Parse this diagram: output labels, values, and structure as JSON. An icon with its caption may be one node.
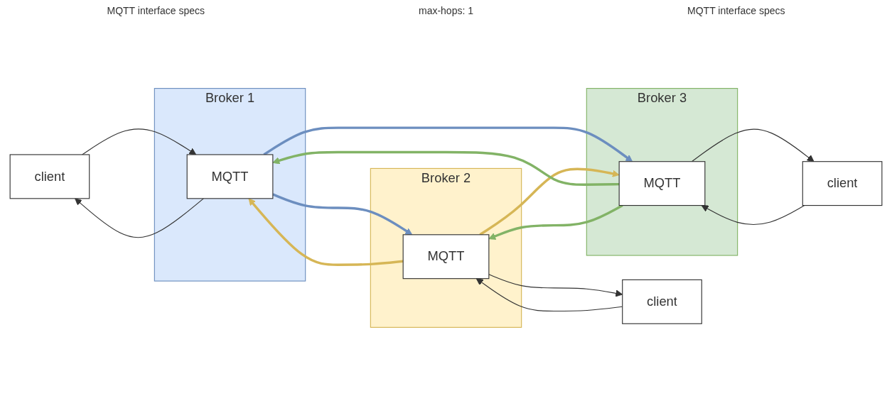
{
  "diagram": {
    "nodes": [
      {
        "text": [
          "client"
        ]
      },
      {
        "text": [
          "Broker 1"
        ]
      },
      {
        "text": [
          "MQTT"
        ],
        "in": 1
      },
      {
        "text": [
          "Broker 2"
        ]
      },
      {
        "text": [
          "MQTT"
        ],
        "in": 3
      },
      {
        "text": [
          "Broker 3"
        ]
      },
      {
        "text": [
          "MQTT"
        ],
        "in": 5
      },
      {
        "text": [
          "client"
        ]
      },
      {
        "text": [
          "client"
        ]
      }
    ],
    "edges": [
      {
        "from": 0,
        "to": 2,
        "arrow": "to"
      },
      {
        "from": 2,
        "to": 0,
        "arrow": "to"
      },
      {
        "from": 2,
        "to": 4,
        "arrow": "to",
        "style": "thick",
        "color": "#6c8ebf"
      },
      {
        "from": 2,
        "to": 6,
        "arrow": "to",
        "style": "thick",
        "color": "#6c8ebf"
      },
      {
        "from": 4,
        "to": 2,
        "arrow": "to",
        "style": "thick",
        "color": "#d6b656"
      },
      {
        "from": 4,
        "to": 6,
        "arrow": "to",
        "style": "thick",
        "color": "#d6b656"
      },
      {
        "from": 6,
        "to": 2,
        "arrow": "to",
        "style": "thick",
        "color": "#82b366"
      },
      {
        "from": 6,
        "to": 4,
        "arrow": "to",
        "style": "thick",
        "color": "#82b366"
      },
      {
        "from": 7,
        "to": 4,
        "arrow": "to"
      },
      {
        "from": 4,
        "to": 7,
        "arrow": "to"
      },
      {
        "from": 8,
        "to": 6,
        "arrow": "to"
      },
      {
        "from": 6,
        "to": 8,
        "arrow": "to"
      }
    ],
    "labels": [
      "MQTT interface specs",
      "max-hops: 1",
      "MQTT interface specs"
    ]
  }
}
